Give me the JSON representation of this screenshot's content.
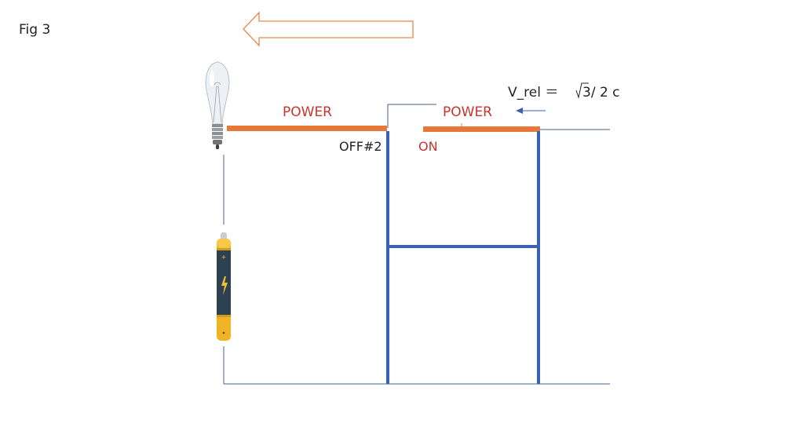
{
  "figure": {
    "title": "Fig 3"
  },
  "labels": {
    "power_left": "POWER",
    "power_right": "POWER",
    "off": "OFF#2",
    "on": "ON",
    "velocity_prefix": "V_rel ＝",
    "velocity_value": "3/ 2  c"
  },
  "colors": {
    "power_bar": "#e8773a",
    "power_text": "#c8342c",
    "frame_blue": "#3a62b4",
    "thin_wire": "#4a6090",
    "arrow_outline": "#e8874e",
    "velocity_arrow": "#3a62b4"
  },
  "icons": {
    "bulb": "light-bulb-icon",
    "battery": "battery-icon",
    "motion_arrow": "left-arrow-icon"
  }
}
